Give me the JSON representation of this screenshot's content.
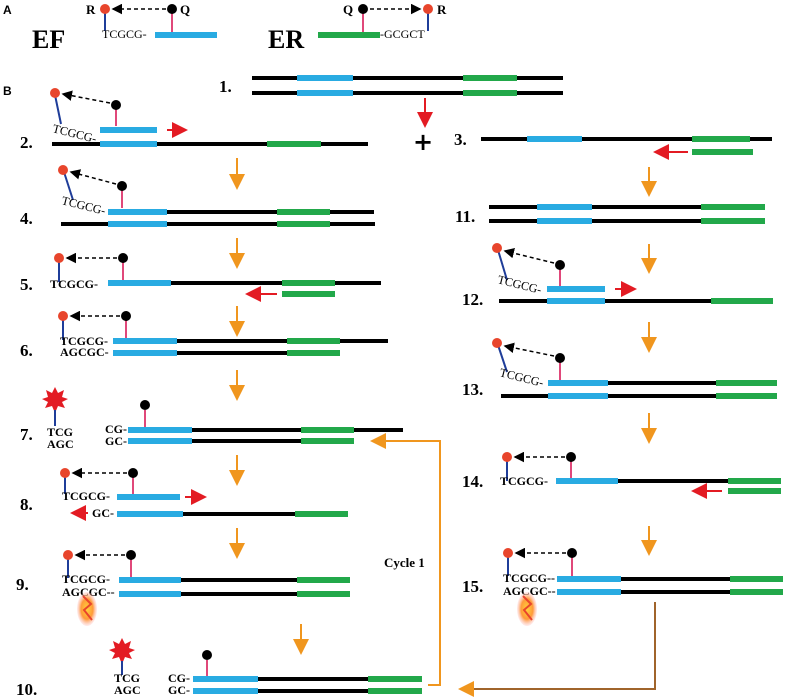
{
  "panels": {
    "a": "A",
    "b": "B"
  },
  "probes": {
    "ef": {
      "name": "EF",
      "reporter": "R",
      "quencher": "Q",
      "tail": "TCGCG-"
    },
    "er": {
      "name": "ER",
      "reporter": "R",
      "quencher": "Q",
      "tail": "-GCGCT"
    }
  },
  "steps": [
    "1.",
    "2.",
    "3.",
    "4.",
    "5.",
    "6.",
    "7.",
    "8.",
    "9.",
    "10.",
    "11.",
    "12.",
    "13.",
    "14.",
    "15."
  ],
  "plus": "+",
  "seq": {
    "tcgcg": "TCGCG-",
    "agcgc": "AGCGC-",
    "agcgc_dash": "AGCGC--",
    "tcg": "TCG",
    "agc": "AGC",
    "cg": "CG-",
    "gc": "GC-",
    "gc_arrow": "GC-",
    "tcgcg_dash": "TCGCG--"
  },
  "cycle_label": "Cycle 1",
  "colors": {
    "black_strand": "#000000",
    "ef_segment": "#29abe2",
    "er_segment": "#22a84a",
    "primer_arrow": "#e31b23",
    "flow_arrow": "#f0961e",
    "reporter": "#e8452c",
    "stem_blue": "#1f3d99",
    "stem_pink": "#e0487a",
    "return_arrow": "#a0642b"
  }
}
